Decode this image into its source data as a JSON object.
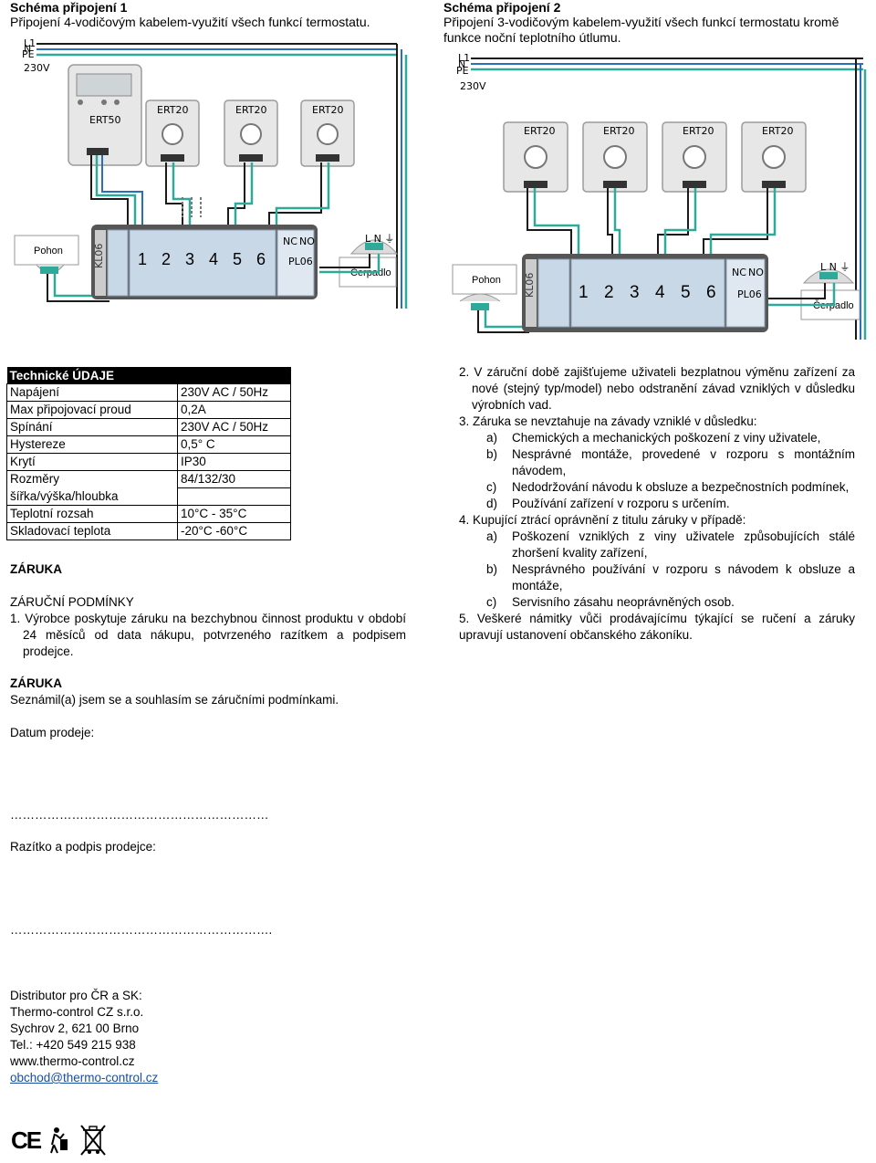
{
  "schema1": {
    "title": "Schéma připojení 1",
    "subtitle": "Připojení 4-vodičovým kabelem-využití všech funkcí termostatu.",
    "lines": [
      "L1",
      "N",
      "PE"
    ],
    "voltage": "230V",
    "ert50_label": "ERT50",
    "thermostats": [
      "ERT20",
      "ERT20",
      "ERT20"
    ],
    "pohon": "Pohon",
    "cerpadlo": "Čerpadlo",
    "kl06": "KL06",
    "pl06": "PL06",
    "zones": [
      "1",
      "2",
      "3",
      "4",
      "5",
      "6"
    ],
    "nc_no": [
      "NC",
      "NO"
    ],
    "terminal_label": "L N ⏚"
  },
  "schema2": {
    "title": "Schéma připojení 2",
    "subtitle_1": "Připojení 3-vodičovým kabelem-využití všech funkcí termostatu kromě",
    "subtitle_2": "funkce noční teplotního útlumu.",
    "lines": [
      "L1",
      "N",
      "PE"
    ],
    "voltage": "230V",
    "thermostats": [
      "ERT20",
      "ERT20",
      "ERT20",
      "ERT20"
    ],
    "pohon": "Pohon",
    "cerpadlo": "Čerpadlo",
    "kl06": "KL06",
    "pl06": "PL06",
    "zones": [
      "1",
      "2",
      "3",
      "4",
      "5",
      "6"
    ],
    "nc_no": [
      "NC",
      "NO"
    ],
    "terminal_label": "L N ⏚"
  },
  "tech": {
    "header": "Technické ÚDAJE",
    "rows": [
      {
        "k": "Napájení",
        "v": "230V AC / 50Hz"
      },
      {
        "k": "Max připojovací proud",
        "v": "0,2A"
      },
      {
        "k": "Spínání",
        "v": "230V AC / 50Hz"
      },
      {
        "k": "Hystereze",
        "v": "0,5° C"
      },
      {
        "k": "Krytí",
        "v": "IP30"
      },
      {
        "k": "Rozměry",
        "v": "84/132/30"
      },
      {
        "k": "šířka/výška/hloubka",
        "v": ""
      },
      {
        "k": "Teplotní rozsah",
        "v": "10°C - 35°C"
      },
      {
        "k": "Skladovací teplota",
        "v": "-20°C -60°C"
      }
    ]
  },
  "warranty": {
    "heading": "ZÁRUKA",
    "conditions_heading": "ZÁRUČNÍ PODMÍNKY",
    "item1_num": "1.",
    "item1": "Výrobce poskytuje záruku na bezchybnou činnost produktu v období 24 měsíců od data nákupu, potvrzeného razítkem a podpisem prodejce.",
    "heading2": "ZÁRUKA",
    "agree": "Seznámil(a) jsem se a souhlasím se záručními podmínkami.",
    "date_label": "Datum prodeje:",
    "dots1": "………………………………………………………",
    "stamp_label": "Razítko a podpis prodejce:",
    "dots2": "……………………………………………………….",
    "item2_num": "2.",
    "item2": "V záruční době zajišťujeme uživateli bezplatnou výměnu zařízení za nové (stejný typ/model) nebo odstranění závad vzniklých v důsledku výrobních vad.",
    "item3_num": "3.",
    "item3": "Záruka se nevztahuje na závady vzniklé v důsledku:",
    "item3_subs": [
      {
        "mk": "a)",
        "t": "Chemických a mechanických poškození z viny uživatele,"
      },
      {
        "mk": "b)",
        "t": "Nesprávné montáže, provedené v rozporu s montážním návodem,"
      },
      {
        "mk": "c)",
        "t": "Nedodržování návodu k obsluze a bezpečnostních podmínek,"
      },
      {
        "mk": "d)",
        "t": "Používání zařízení v rozporu s určením."
      }
    ],
    "item4_num": "4.",
    "item4": "Kupující ztrácí oprávnění z titulu záruky v případě:",
    "item4_subs": [
      {
        "mk": "a)",
        "t": "Poškození vzniklých z viny uživatele způsobujících stálé zhoršení kvality zařízení,"
      },
      {
        "mk": "b)",
        "t": "Nesprávného používání v rozporu s návodem k obsluze a montáže,"
      },
      {
        "mk": "c)",
        "t": "Servisního zásahu neoprávněných osob."
      }
    ],
    "item5_num": "5.",
    "item5": "Veškeré námitky vůči prodávajícímu týkající se ručení a záruky upravují ustanovení občanského zákoníku."
  },
  "distributor": {
    "l1": "Distributor pro ČR a SK:",
    "l2": "Thermo-control CZ s.r.o.",
    "l3": "Sychrov 2, 621 00 Brno",
    "l4": "Tel.: +420 549 215 938",
    "l5": "www.thermo-control.cz",
    "email": "obchod@thermo-control.cz"
  },
  "marks": {
    "ce": "CE"
  }
}
